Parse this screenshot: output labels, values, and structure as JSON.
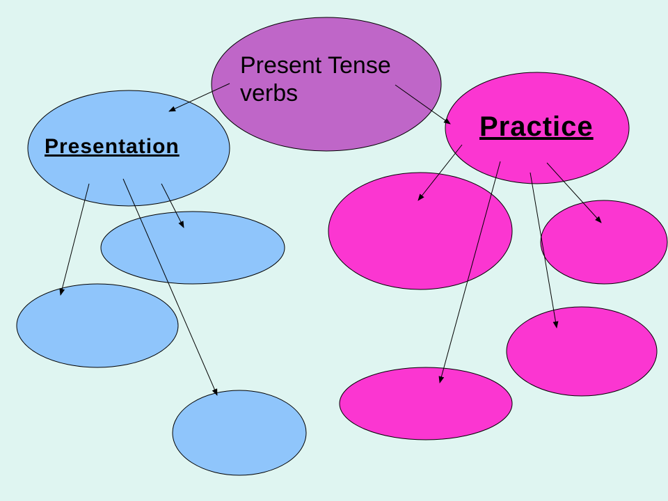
{
  "colors": {
    "background": "#dff5f1",
    "root": "#bf66c8",
    "presentation": "#8fc5fb",
    "practice": "#fb36d1",
    "stroke": "#000000"
  },
  "nodes": {
    "root": {
      "text": "Present Tense verbs",
      "line1": "Present Tense",
      "line2": "verbs"
    },
    "presentation": {
      "text": "Presentation"
    },
    "practice": {
      "text": "Practice"
    },
    "presentation_children": [
      "",
      "",
      ""
    ],
    "practice_children": [
      "",
      "",
      "",
      ""
    ]
  }
}
